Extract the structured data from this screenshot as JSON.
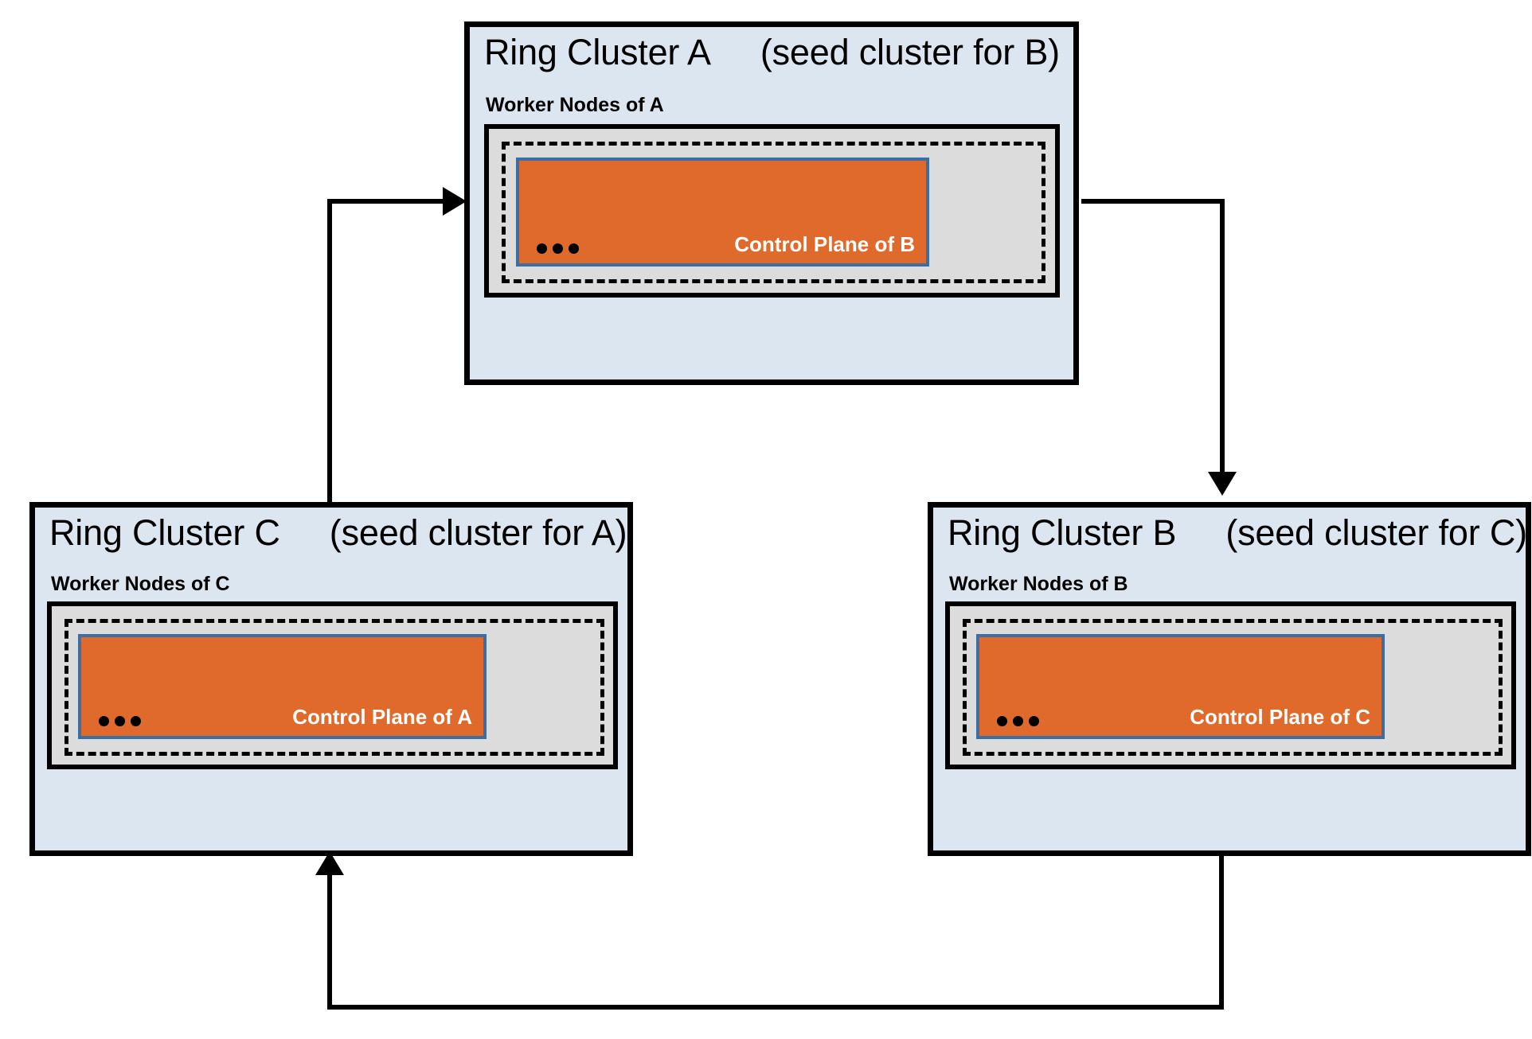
{
  "diagram": {
    "title_gap_note": "ring of three kubernetes clusters each hosting the next cluster's control plane",
    "colors": {
      "cluster_fill": "#dce6f1",
      "cluster_border": "#000000",
      "workers_fill": "#dcdcdc",
      "control_plane_fill": "#e06a2b",
      "control_plane_border": "#3a6ea5",
      "control_plane_text": "#ffffff",
      "connector": "#000000",
      "background": "#ffffff"
    },
    "clusters": [
      {
        "id": "A",
        "title": "Ring Cluster A",
        "subtitle": "(seed cluster for B)",
        "worker_label": "Worker Nodes of A",
        "control_plane_label": "Control Plane of B",
        "ellipsis": "•••"
      },
      {
        "id": "C",
        "title": "Ring Cluster C",
        "subtitle": "(seed cluster for A)",
        "worker_label": "Worker Nodes of C",
        "control_plane_label": "Control Plane of A",
        "ellipsis": "•••"
      },
      {
        "id": "B",
        "title": "Ring Cluster B",
        "subtitle": "(seed cluster for C)",
        "worker_label": "Worker Nodes of B",
        "control_plane_label": "Control Plane of C",
        "ellipsis": "•••"
      }
    ],
    "connections": [
      {
        "from": "A",
        "to": "B",
        "direction": "down"
      },
      {
        "from": "B",
        "to": "C",
        "direction": "up"
      },
      {
        "from": "C",
        "to": "A",
        "direction": "right"
      }
    ]
  }
}
